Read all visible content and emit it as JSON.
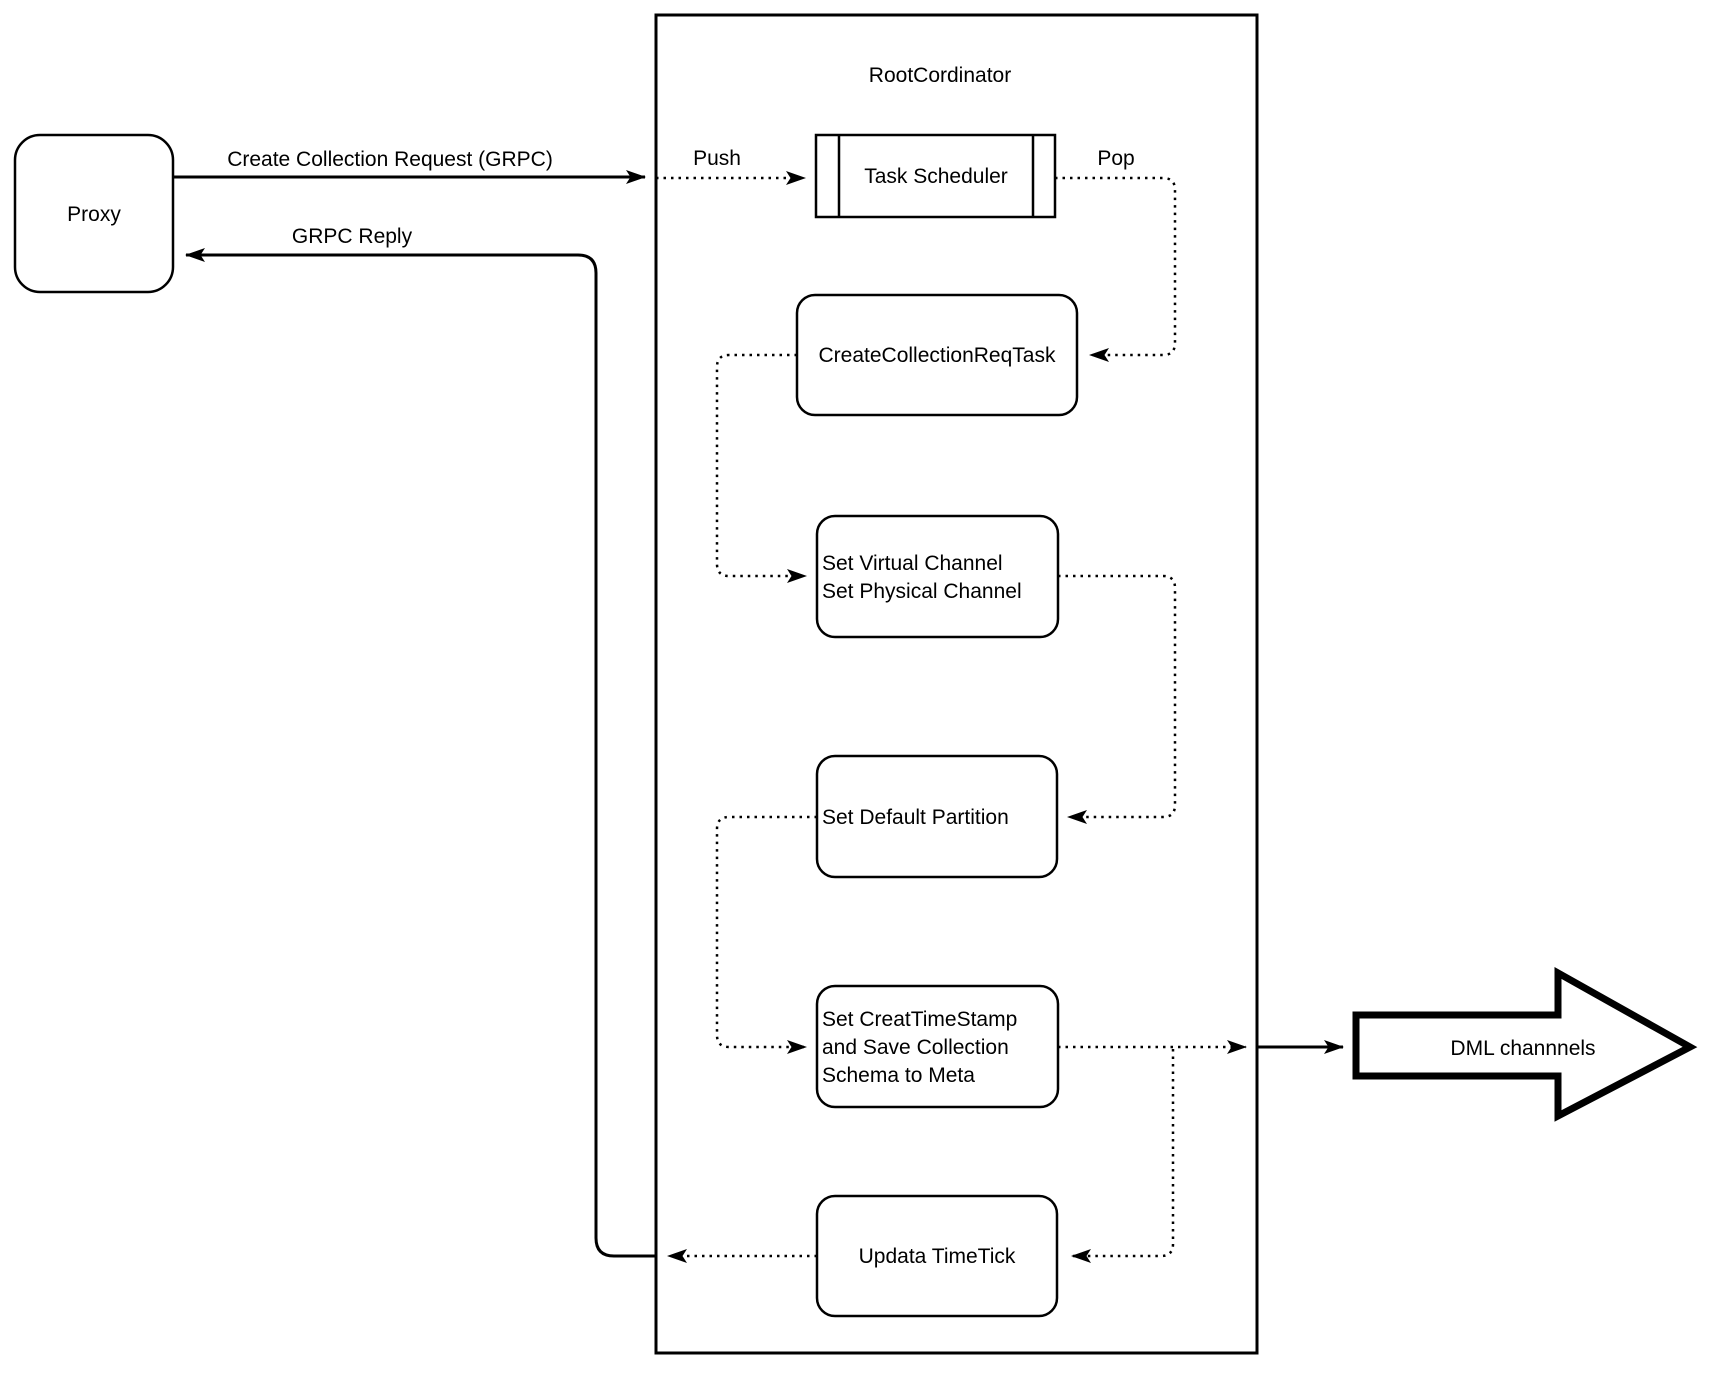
{
  "diagram": {
    "proxy": {
      "label": "Proxy"
    },
    "edges": {
      "request_label": "Create Collection Request (GRPC)",
      "reply_label": "GRPC Reply",
      "push_label": "Push",
      "pop_label": "Pop"
    },
    "root_coordinator": {
      "title": "RootCordinator",
      "task_scheduler": {
        "label": "Task Scheduler"
      },
      "create_collection_req_task": {
        "label": "CreateCollectionReqTask"
      },
      "set_channel": {
        "lines": [
          "Set Virtual Channel",
          "Set Physical Channel"
        ]
      },
      "set_default_partition": {
        "label": "Set Default Partition"
      },
      "set_timestamp": {
        "lines": [
          "Set CreatTimeStamp",
          "and Save Collection",
          "Schema to Meta"
        ]
      },
      "update_timetick": {
        "label": "Updata TimeTick"
      }
    },
    "dml": {
      "label": "DML channnels"
    },
    "colors": {
      "stroke": "#000000",
      "background": "#ffffff"
    }
  }
}
